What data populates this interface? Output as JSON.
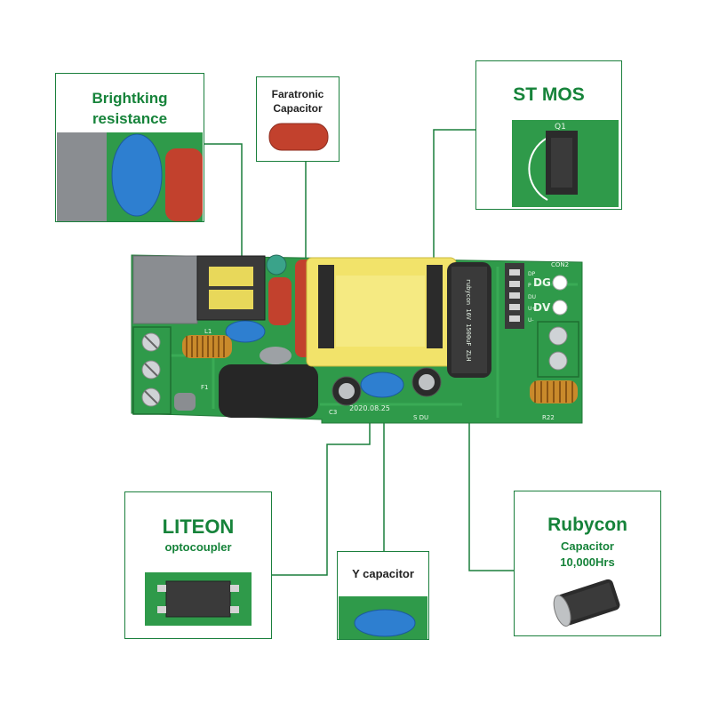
{
  "callouts": {
    "brightking": {
      "line1": "Brightking",
      "line2": "resistance"
    },
    "faratronic": {
      "line1": "Faratronic",
      "line2": "Capacitor"
    },
    "st_mos": {
      "line1": "ST MOS",
      "component_label": "Q1"
    },
    "liteon": {
      "line1": "LITEON",
      "line2": "optocoupler"
    },
    "y_capacitor": {
      "line1": "Y capacitor"
    },
    "rubycon": {
      "line1": "Rubycon",
      "line2": "Capacitor",
      "line3": "10,000Hrs"
    }
  },
  "board": {
    "silkscreen": {
      "date": "2020.08.25",
      "conn2": "CON2",
      "dg": "DG",
      "dv": "DV",
      "l1": "L1",
      "f1": "F1",
      "c3": "C3",
      "r22": "R22",
      "sdu": "S  DU",
      "pins": [
        "DP",
        "P",
        "DU",
        "U+",
        "U-"
      ],
      "cap_marking": "rubycon 16V 1500uF ZLH"
    }
  },
  "colors": {
    "accent": "#16833a",
    "pcb": "#2f9a4a",
    "transformer": "#f2e36a",
    "y_cap": "#2e7fd0",
    "film_cap": "#c2412d"
  }
}
